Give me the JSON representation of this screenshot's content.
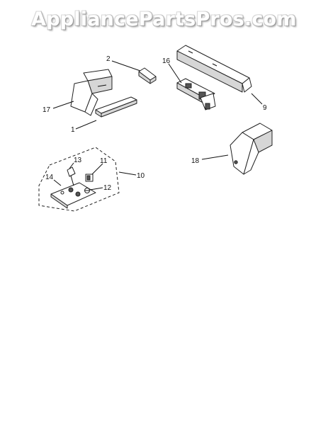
{
  "watermark": "AppliancePartsPros.com",
  "callouts": {
    "c1": "1",
    "c2": "2",
    "c9": "9",
    "c10": "10",
    "c11": "11",
    "c12": "12",
    "c13": "13",
    "c14": "14",
    "c16": "16",
    "c17": "17",
    "c18": "18"
  },
  "colors": {
    "line": "#222222",
    "watermark_shadow": "#9a9a9a",
    "background": "#ffffff"
  }
}
